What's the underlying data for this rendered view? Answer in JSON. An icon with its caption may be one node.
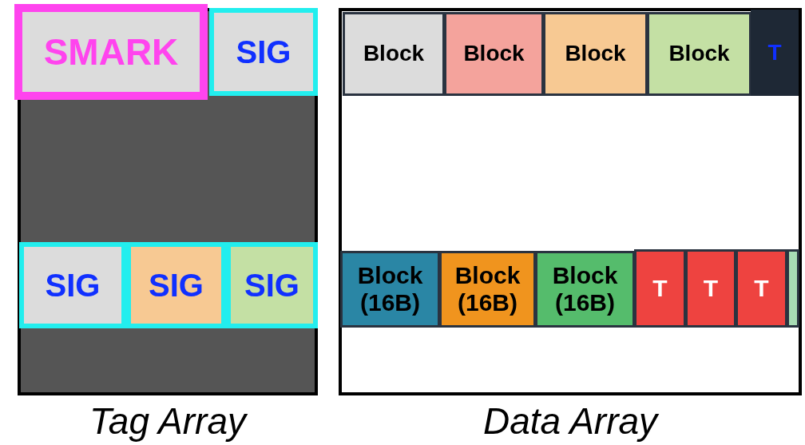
{
  "diagram": {
    "nodes": [
      {
        "text": [
          "Tag Array"
        ]
      },
      {
        "text": [
          "SMARK"
        ],
        "in": 0
      },
      {
        "text": [
          "SIG"
        ],
        "in": 0
      },
      {
        "text": [
          "SIG"
        ],
        "in": 0
      },
      {
        "text": [
          "SIG"
        ],
        "in": 0
      },
      {
        "text": [
          "SIG"
        ],
        "in": 0
      },
      {
        "text": [
          "Data Array"
        ]
      },
      {
        "text": [
          "Block"
        ],
        "in": 6
      },
      {
        "text": [
          "Block"
        ],
        "in": 6
      },
      {
        "text": [
          "Block"
        ],
        "in": 6
      },
      {
        "text": [
          "Block"
        ],
        "in": 6
      },
      {
        "text": [
          "T"
        ],
        "in": 6
      },
      {
        "text": [
          "Block (16B)"
        ],
        "in": 6
      },
      {
        "text": [
          "Block (16B)"
        ],
        "in": 6
      },
      {
        "text": [
          "Block (16B)"
        ],
        "in": 6
      },
      {
        "text": [
          "T"
        ],
        "in": 6
      },
      {
        "text": [
          "T"
        ],
        "in": 6
      },
      {
        "text": [
          "T"
        ],
        "in": 6
      },
      {
        "text": [],
        "shape": "bar",
        "in": 6
      }
    ]
  }
}
